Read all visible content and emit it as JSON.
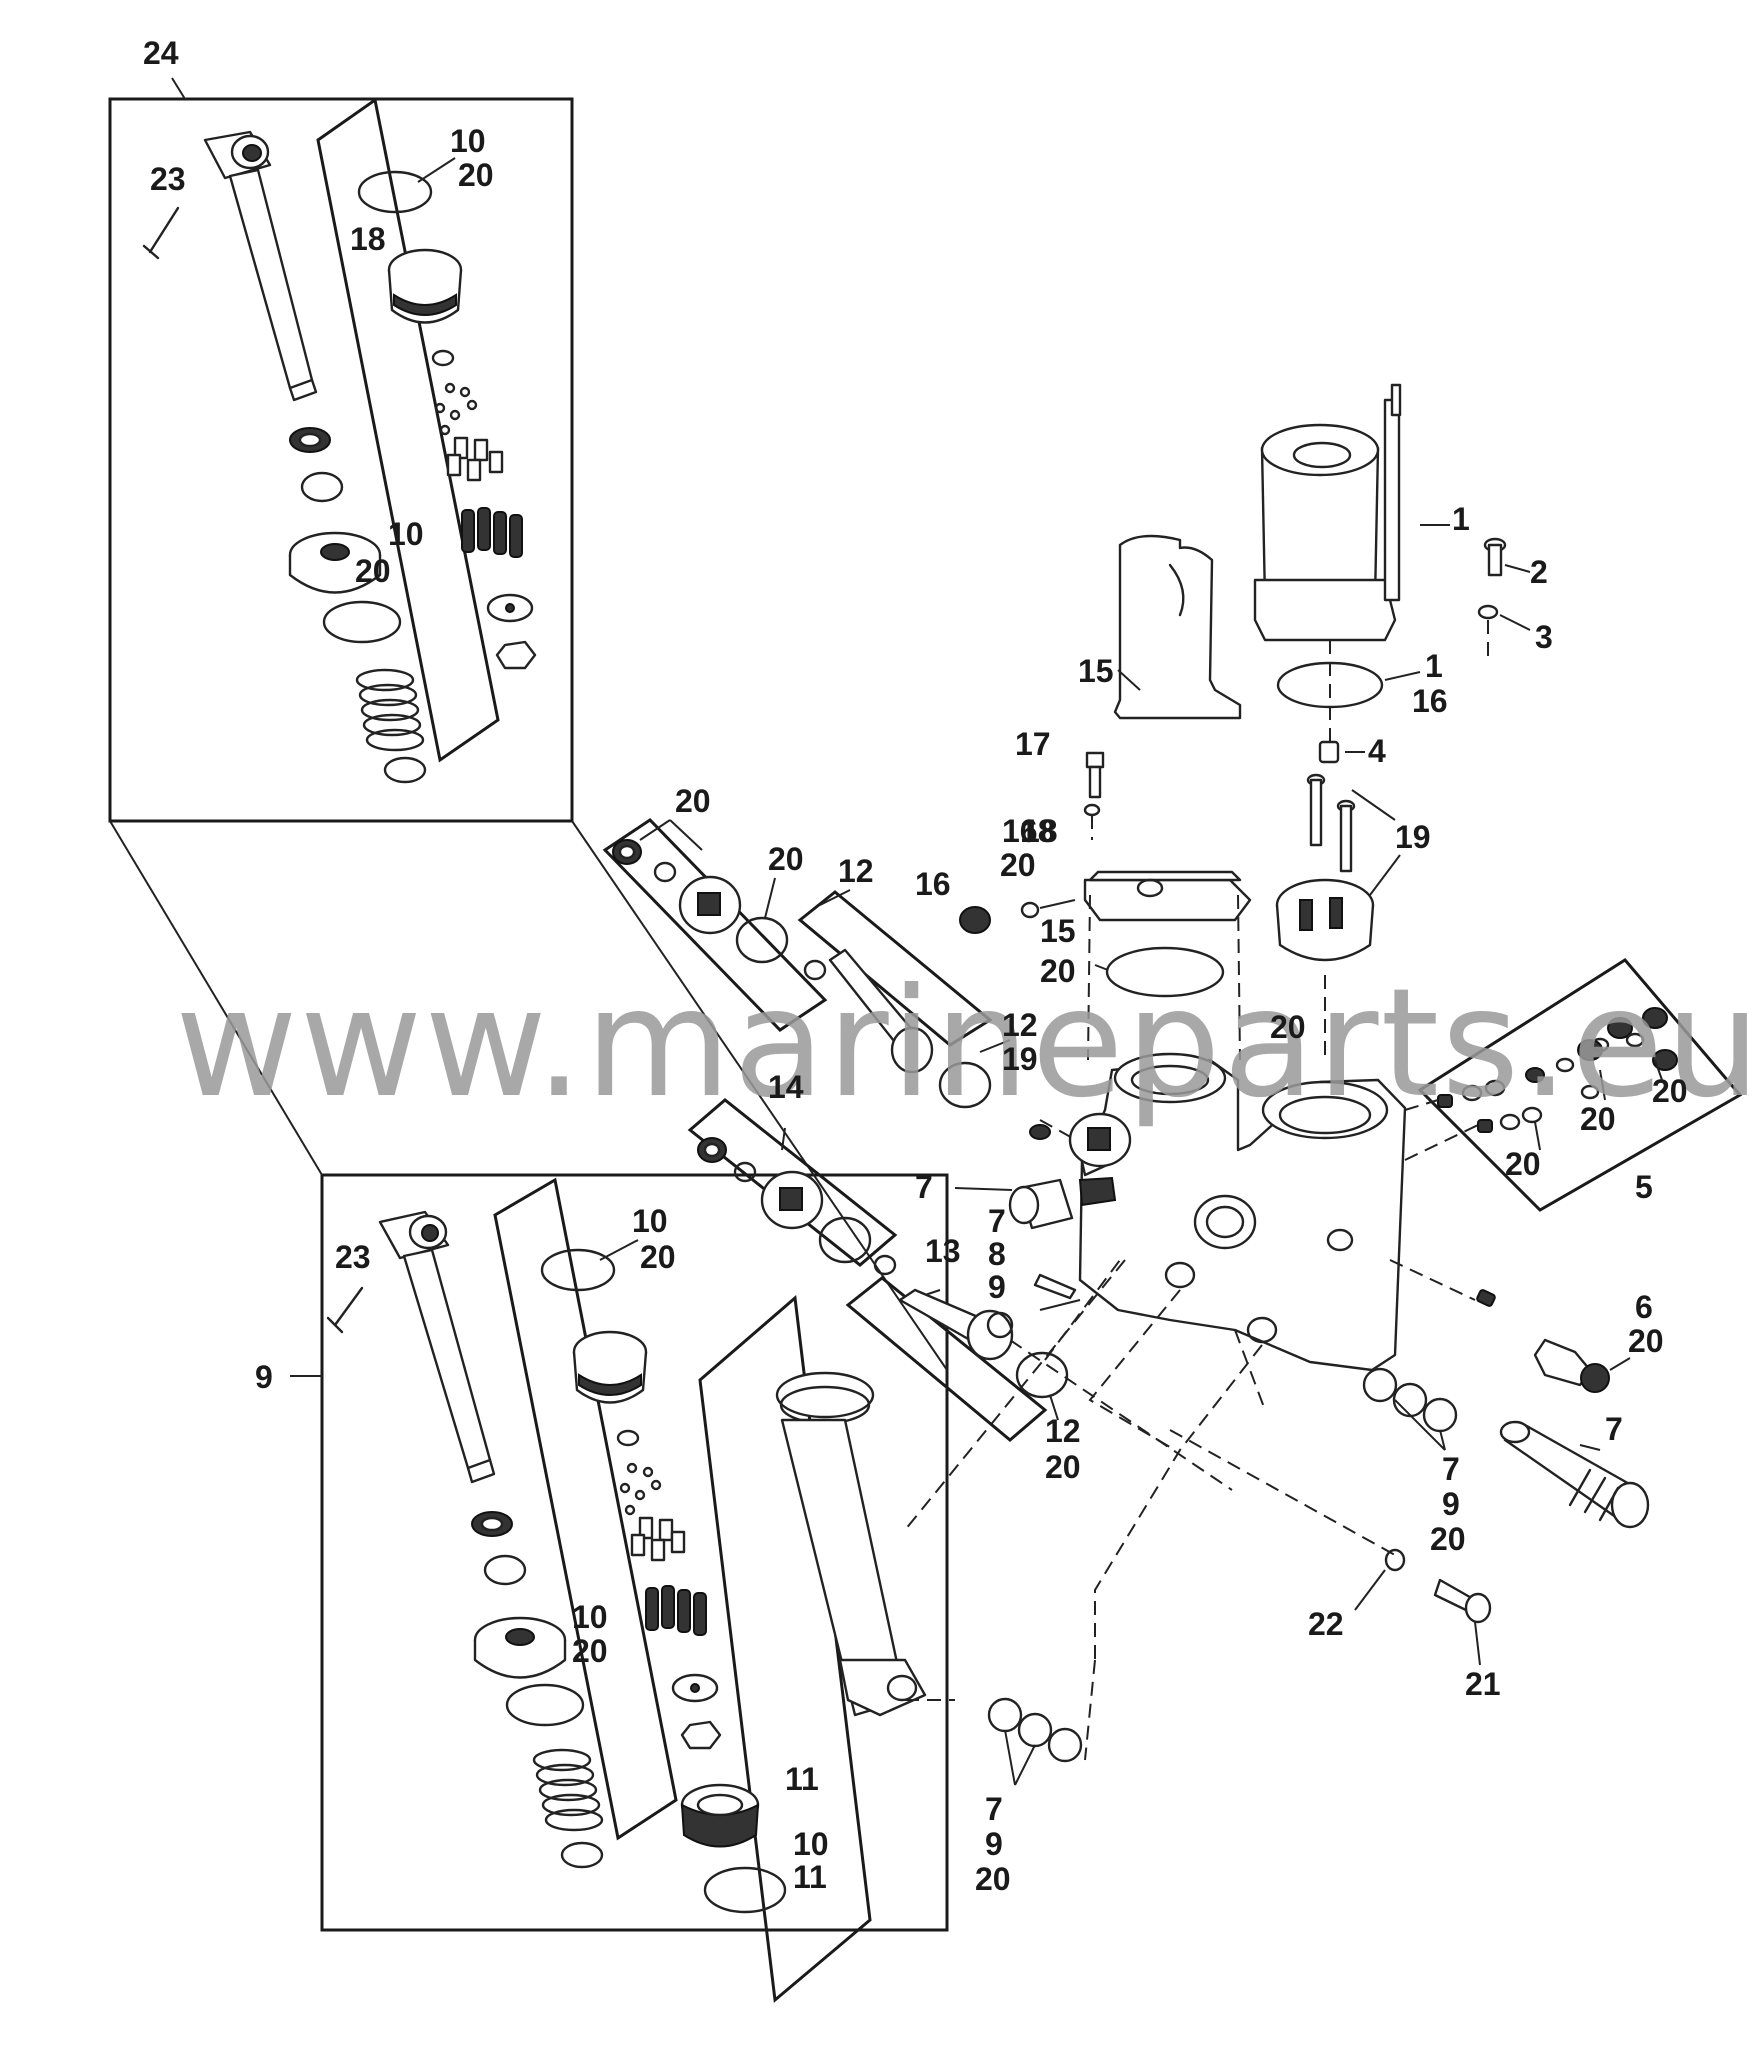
{
  "watermark": "www.marineparts.eu",
  "callouts": [
    {
      "id": "c24",
      "text": "24"
    },
    {
      "id": "c23a",
      "text": "23"
    },
    {
      "id": "c10a",
      "text": "10"
    },
    {
      "id": "c20a",
      "text": "20"
    },
    {
      "id": "c18a",
      "text": "18"
    },
    {
      "id": "c10b",
      "text": "10"
    },
    {
      "id": "c20b",
      "text": "20"
    },
    {
      "id": "c1a",
      "text": "1"
    },
    {
      "id": "c2",
      "text": "2"
    },
    {
      "id": "c3",
      "text": "3"
    },
    {
      "id": "c1b",
      "text": "1"
    },
    {
      "id": "c16a",
      "text": "16"
    },
    {
      "id": "c4",
      "text": "4"
    },
    {
      "id": "c15a",
      "text": "15"
    },
    {
      "id": "c17",
      "text": "17"
    },
    {
      "id": "c18b",
      "text": "18"
    },
    {
      "id": "c19a",
      "text": "19"
    },
    {
      "id": "c20c",
      "text": "20"
    },
    {
      "id": "c20d",
      "text": "20"
    },
    {
      "id": "c12a",
      "text": "12"
    },
    {
      "id": "c16b",
      "text": "16"
    },
    {
      "id": "c20e",
      "text": "20"
    },
    {
      "id": "c16c",
      "text": "16"
    },
    {
      "id": "c18c",
      "text": "18"
    },
    {
      "id": "c15b",
      "text": "15"
    },
    {
      "id": "c20f",
      "text": "20"
    },
    {
      "id": "c12b",
      "text": "12"
    },
    {
      "id": "c19b",
      "text": "19"
    },
    {
      "id": "c20g",
      "text": "20"
    },
    {
      "id": "c20h",
      "text": "20"
    },
    {
      "id": "c20i",
      "text": "20"
    },
    {
      "id": "c20j",
      "text": "20"
    },
    {
      "id": "c5",
      "text": "5"
    },
    {
      "id": "c14",
      "text": "14"
    },
    {
      "id": "c7a",
      "text": "7"
    },
    {
      "id": "c7b",
      "text": "7"
    },
    {
      "id": "c8",
      "text": "8"
    },
    {
      "id": "c9a",
      "text": "9"
    },
    {
      "id": "c13",
      "text": "13"
    },
    {
      "id": "c6",
      "text": "6"
    },
    {
      "id": "c20k",
      "text": "20"
    },
    {
      "id": "c12c",
      "text": "12"
    },
    {
      "id": "c20l",
      "text": "20"
    },
    {
      "id": "c7c",
      "text": "7"
    },
    {
      "id": "c7d",
      "text": "7"
    },
    {
      "id": "c9b",
      "text": "9"
    },
    {
      "id": "c20m",
      "text": "20"
    },
    {
      "id": "c23b",
      "text": "23"
    },
    {
      "id": "c10c",
      "text": "10"
    },
    {
      "id": "c20n",
      "text": "20"
    },
    {
      "id": "c9c",
      "text": "9"
    },
    {
      "id": "c10d",
      "text": "10"
    },
    {
      "id": "c20o",
      "text": "20"
    },
    {
      "id": "c22",
      "text": "22"
    },
    {
      "id": "c21",
      "text": "21"
    },
    {
      "id": "c11a",
      "text": "11"
    },
    {
      "id": "c10e",
      "text": "10"
    },
    {
      "id": "c11b",
      "text": "11"
    },
    {
      "id": "c7e",
      "text": "7"
    },
    {
      "id": "c9d",
      "text": "9"
    },
    {
      "id": "c20p",
      "text": "20"
    }
  ]
}
